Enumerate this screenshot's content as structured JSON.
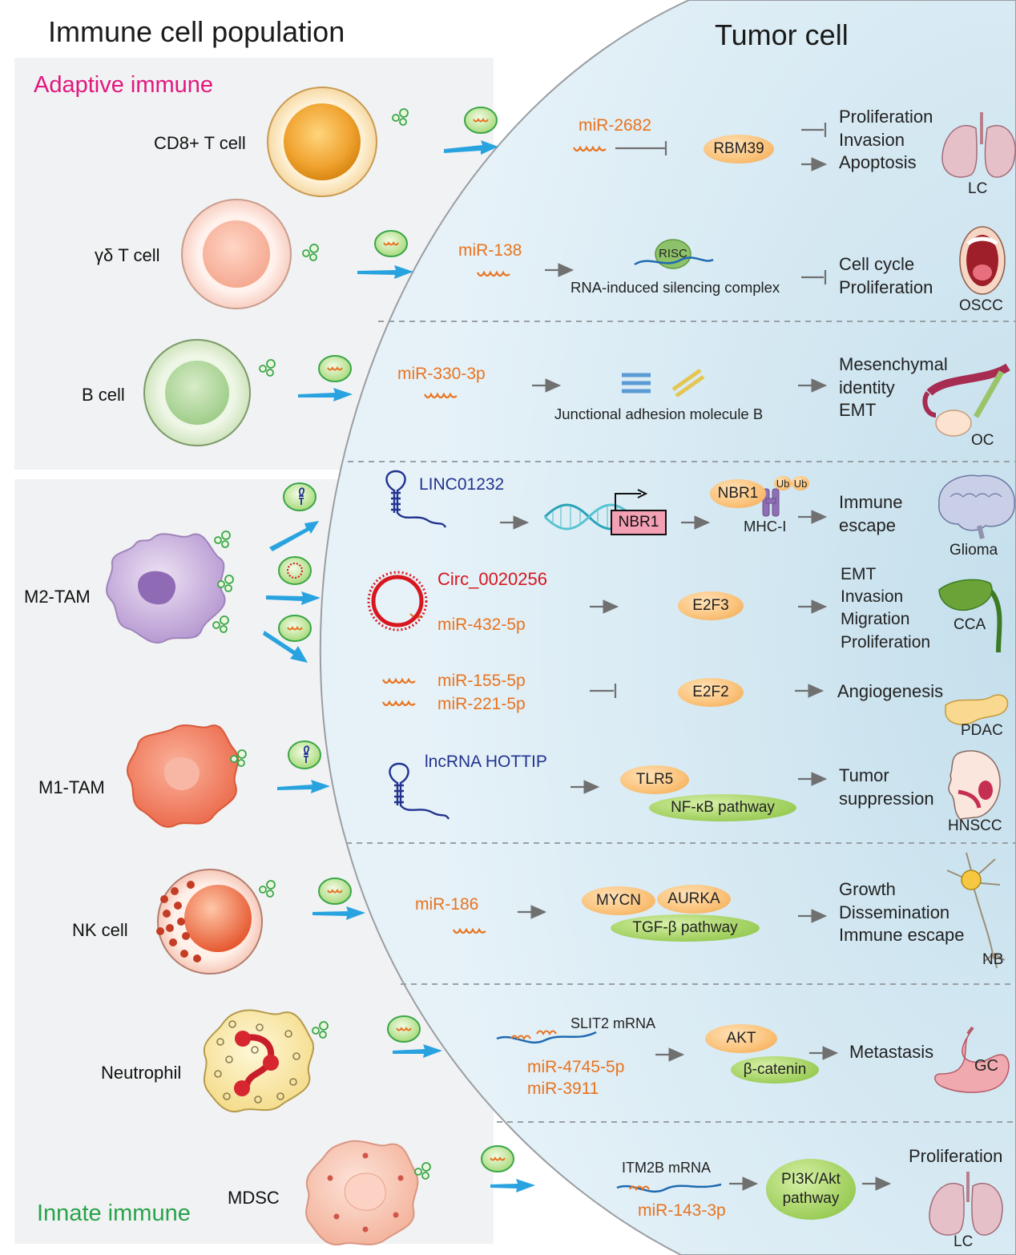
{
  "headers": {
    "left": "Immune cell population",
    "right": "Tumor cell"
  },
  "groups": {
    "adaptive": "Adaptive immune",
    "innate": "Innate immune"
  },
  "colors": {
    "adaptive": "#e2187f",
    "innate": "#28a34a",
    "mirna": "#e8731f",
    "lncrna": "#22338f",
    "circrna": "#d8161f",
    "arrow": "#29a3e0",
    "tumor_bg": "#d8ebf3"
  },
  "cells": {
    "cd8": "CD8+ T cell",
    "gd": "γδ T cell",
    "b": "B cell",
    "m2": "M2-TAM",
    "m1": "M1-TAM",
    "nk": "NK cell",
    "neutrophil": "Neutrophil",
    "mdsc": "MDSC"
  },
  "rows": {
    "cd8": {
      "rna": "miR-2682",
      "target": "RBM39",
      "outcomes": [
        "Proliferation",
        "Invasion",
        "Apoptosis"
      ],
      "organ_icon": "lung-icon",
      "tumor": "LC"
    },
    "gd": {
      "rna": "miR-138",
      "risc": "RISC",
      "risc_caption": "RNA-induced silencing complex",
      "outcomes": [
        "Cell cycle",
        "Proliferation"
      ],
      "organ_icon": "mouth-icon",
      "tumor": "OSCC"
    },
    "b": {
      "rna": "miR-330-3p",
      "caption": "Junctional adhesion molecule B",
      "outcomes": [
        "Mesenchymal",
        "identity",
        "EMT"
      ],
      "organ_icon": "ovary-icon",
      "tumor": "OC"
    },
    "m2a": {
      "rna": "LINC01232",
      "gene_box": "NBR1",
      "protein": "NBR1",
      "ub1": "Ub",
      "ub2": "Ub",
      "mhc": "MHC-I",
      "outcomes": [
        "Immune",
        "escape"
      ],
      "organ_icon": "brain-icon",
      "tumor": "Glioma"
    },
    "m2b": {
      "circ": "Circ_0020256",
      "rna": "miR-432-5p",
      "target": "E2F3",
      "outcomes": [
        "EMT",
        "Invasion",
        "Migration",
        "Proliferation"
      ],
      "organ_icon": "gallbladder-icon",
      "tumor": "CCA"
    },
    "m2c": {
      "rna1": "miR-155-5p",
      "rna2": "miR-221-5p",
      "target": "E2F2",
      "outcomes": [
        "Angiogenesis"
      ],
      "organ_icon": "pancreas-icon",
      "tumor": "PDAC"
    },
    "m1": {
      "rna": "lncRNA HOTTIP",
      "target": "TLR5",
      "pathway": "NF-κB pathway",
      "outcomes": [
        "Tumor",
        "suppression"
      ],
      "organ_icon": "head-neck-icon",
      "tumor": "HNSCC"
    },
    "nk": {
      "rna": "miR-186",
      "target1": "MYCN",
      "target2": "AURKA",
      "pathway": "TGF-β pathway",
      "outcomes": [
        "Growth",
        "Dissemination",
        "Immune escape"
      ],
      "organ_icon": "neuron-icon",
      "tumor": "NB"
    },
    "neutrophil": {
      "mrna": "SLIT2 mRNA",
      "rna1": "miR-4745-5p",
      "rna2": "miR-3911",
      "target1": "AKT",
      "target2": "β-catenin",
      "outcomes": [
        "Metastasis"
      ],
      "organ_icon": "stomach-icon",
      "tumor": "GC"
    },
    "mdsc": {
      "mrna": "ITM2B mRNA",
      "rna": "miR-143-3p",
      "pathway": "PI3K/Akt\npathway",
      "outcomes": [
        "Proliferation"
      ],
      "organ_icon": "lung-icon",
      "tumor": "LC"
    }
  }
}
